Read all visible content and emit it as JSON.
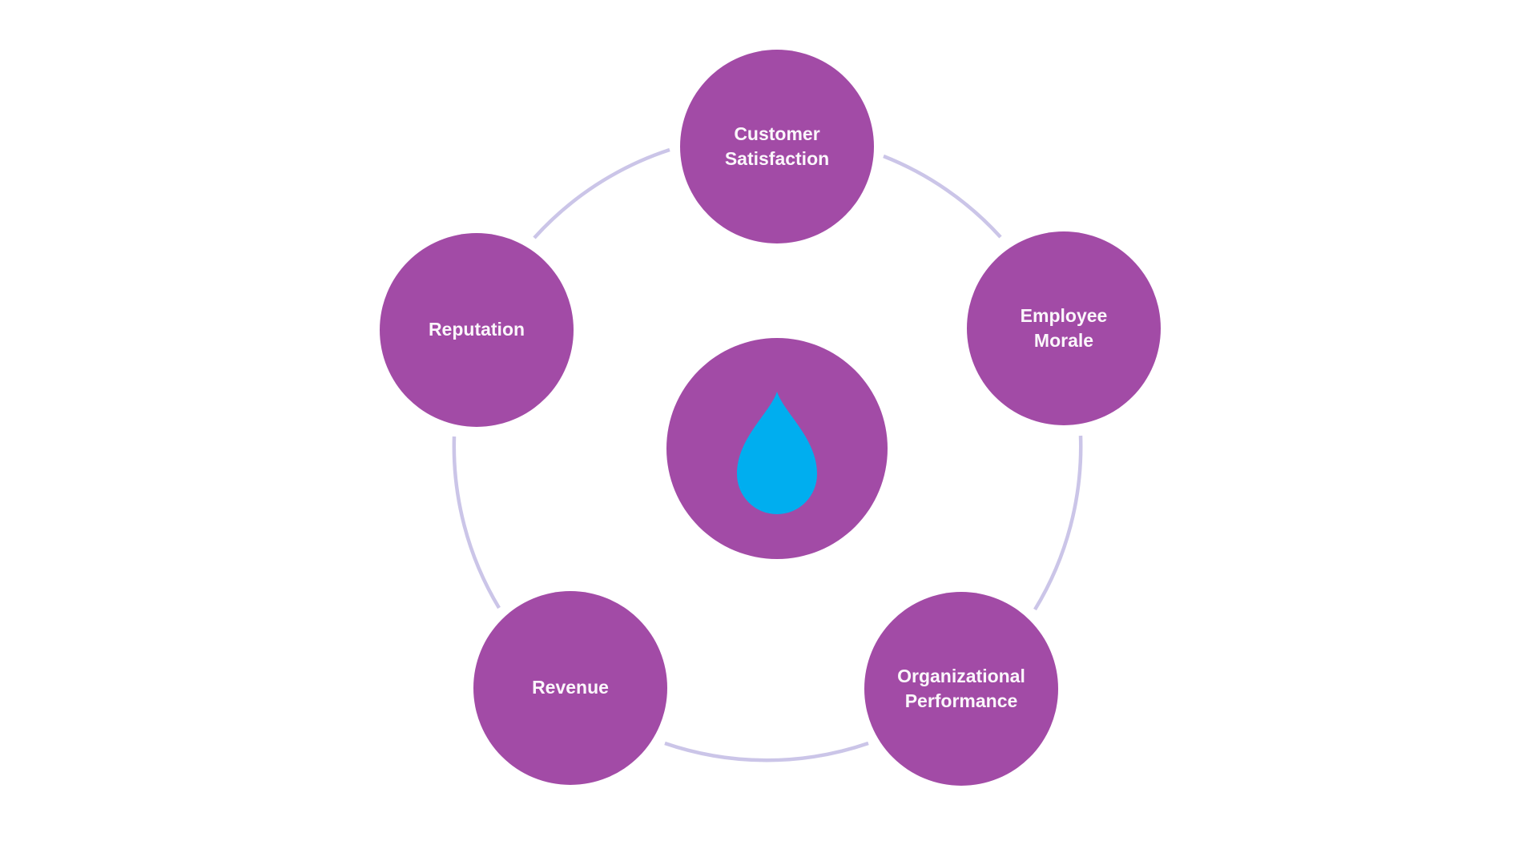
{
  "diagram": {
    "type": "radial-cycle",
    "colors": {
      "node_fill": "#A24BA6",
      "ring_stroke": "#CBC5E8",
      "drop_fill": "#00AEEF",
      "label_text": "#FBF7FB",
      "background": "#FFFFFF"
    },
    "center_node": {
      "icon": "water-drop-icon",
      "label": ""
    },
    "nodes": [
      {
        "id": "customer-satisfaction",
        "label": "Customer Satisfaction",
        "position": "top"
      },
      {
        "id": "employee-morale",
        "label": "Employee Morale",
        "position": "upper-right"
      },
      {
        "id": "organizational-performance",
        "label": "Organizational Performance",
        "position": "lower-right"
      },
      {
        "id": "revenue",
        "label": "Revenue",
        "position": "lower-left"
      },
      {
        "id": "reputation",
        "label": "Reputation",
        "position": "upper-left"
      }
    ]
  }
}
